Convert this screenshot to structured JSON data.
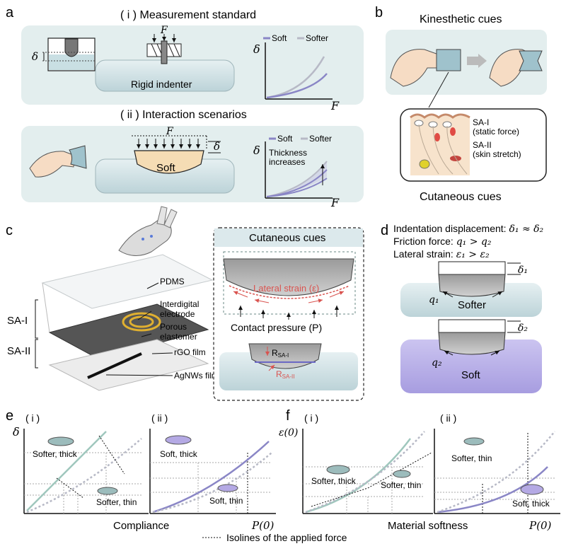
{
  "panels": {
    "a": {
      "letter": "a",
      "i_title": "( i ) Measurement standard",
      "force_symbol": "F",
      "delta_symbol": "δ",
      "indenter_label": "Rigid indenter",
      "legend_soft": "Soft",
      "legend_softer": "Softer",
      "axis_y": "δ",
      "axis_x": "F",
      "ii_title": "( ii ) Interaction scenarios",
      "soft_label": "Soft",
      "thickness_label_1": "Thickness",
      "thickness_label_2": "increases"
    },
    "b": {
      "letter": "b",
      "kinesthetic": "Kinesthetic cues",
      "sa1": "SA-I",
      "sa1_note": "(static force)",
      "sa2": "SA-II",
      "sa2_note": "(skin stretch)",
      "cutaneous": "Cutaneous cues"
    },
    "c": {
      "letter": "c",
      "pdms": "PDMS",
      "electrode_1": "Interdigital",
      "electrode_2": "electrode",
      "porous_1": "Porous",
      "porous_2": "elastomer",
      "rgo": "rGO film",
      "agnws": "AgNWs film",
      "sa1": "SA-I",
      "sa2": "SA-II",
      "cues_title": "Cutaneous cues",
      "lateral_strain": "Lateral strain (ε)",
      "contact_pressure": "Contact pressure (P)",
      "r_sa1": "R",
      "r_sa1_sub": "SA-I",
      "r_sa2": "R",
      "r_sa2_sub": "SA-II"
    },
    "d": {
      "letter": "d",
      "line1_label": "Indentation displacement: ",
      "line1_eq": "δ₁ ≈ δ₂",
      "line2_label": "Friction force: ",
      "line2_eq": "q₁ > q₂",
      "line3_label": "Lateral strain: ",
      "line3_eq": "ε₁ > ε₂",
      "delta1": "δ₁",
      "delta2": "δ₂",
      "q1": "q₁",
      "q2": "q₂",
      "softer": "Softer",
      "soft": "Soft"
    },
    "e": {
      "letter": "e",
      "sub_i": "( i )",
      "sub_ii": "( ii )",
      "axis_y": "δ",
      "softer_thick": "Softer, thick",
      "softer_thin": "Softer, thin",
      "soft_thick": "Soft, thick",
      "soft_thin": "Soft, thin",
      "compliance": "Compliance",
      "p0": "P(0)"
    },
    "f": {
      "letter": "f",
      "sub_i": "( i )",
      "sub_ii": "( ii )",
      "axis_y": "ε(0)",
      "softer_thick": "Softer, thick",
      "softer_thin": "Softer, thin",
      "soft_thick": "Soft, thick",
      "material_softness": "Material softness",
      "p0": "P(0)"
    },
    "footer": {
      "isolines": "Isolines of the applied force"
    }
  },
  "colors": {
    "panel_bg": "#e3eeee",
    "soft": "#8a86c6",
    "softer": "#b7b9c6",
    "softer_green": "#9fc7bd",
    "tissue": "#cfe0e4",
    "tissue_purple": "#b8b0e6",
    "sample_fill": "#f5dcb4",
    "red": "#d9534f"
  }
}
